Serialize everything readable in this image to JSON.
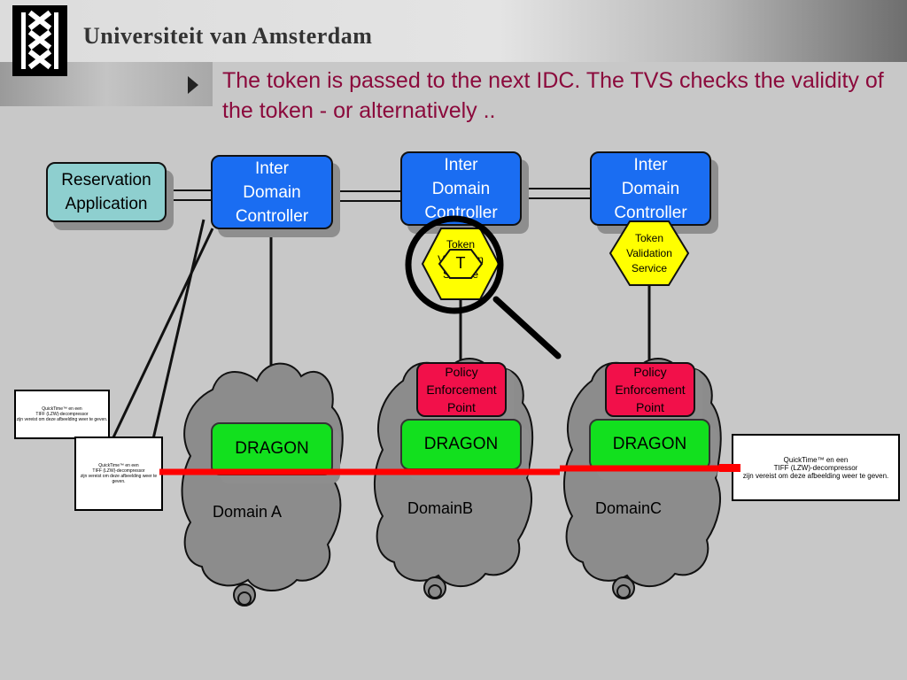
{
  "header": {
    "university_name": "Universiteit van Amsterdam",
    "title": "The token is passed to the next IDC. The TVS checks the validity of the token - or alternatively .."
  },
  "icons": {
    "logo": "uva-logo-icon",
    "bullet": "triangle-right-icon",
    "magnifier": "magnifier-icon",
    "cloud": "cloud-icon",
    "globe": "globe-icon"
  },
  "nodes": {
    "reservation_app": "Reservation\nApplication",
    "idc_a": "Inter\nDomain\nController",
    "idc_b": "Inter\nDomain\nController",
    "idc_c": "Inter\nDomain\nController",
    "tvs_b": "Token\nValidation\nService",
    "tvs_c": "Token\nValidation\nService",
    "token": "T",
    "pep_b": "Policy\nEnforcement\nPoint",
    "pep_c": "Policy\nEnforcement\nPoint",
    "dragon_a": "DRAGON",
    "dragon_b": "DRAGON",
    "dragon_c": "DRAGON"
  },
  "domains": {
    "a": "Domain A",
    "b": "DomainB",
    "c": "DomainC"
  },
  "placeholders": {
    "qt_small_1": "QuickTime™ en een\nTIFF (LZW)-decompressor\nzijn vereist om deze afbeelding weer te geven.",
    "qt_small_2": "QuickTime™ en een\nTIFF (LZW)-decompressor\nzijn vereist om deze afbeelding weer te geven.",
    "qt_large": "QuickTime™ en een\nTIFF (LZW)-decompressor\nzijn vereist om deze afbeelding weer te geven."
  },
  "colors": {
    "title": "#8b0a3c",
    "idc": "#1a6df2",
    "reservation_app": "#8ecfcf",
    "tvs": "#ffff00",
    "pep": "#f2104a",
    "dragon": "#12e01e",
    "data_path": "#ff0000",
    "cloud": "#8c8c8c"
  }
}
